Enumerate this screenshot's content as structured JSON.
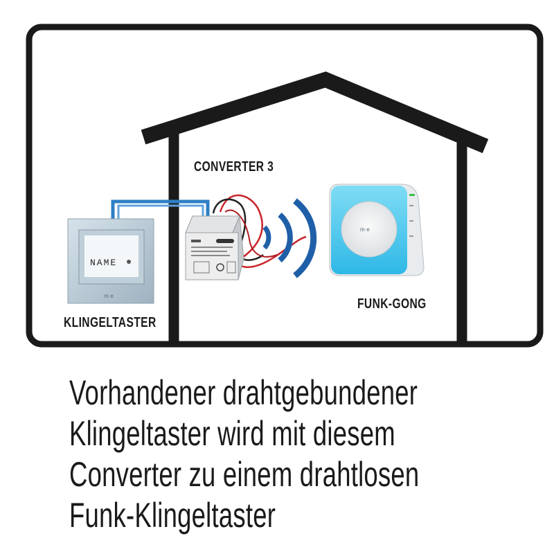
{
  "labels": {
    "converter": "CONVERTER 3",
    "gong": "FUNK-GONG",
    "taster": "KLINGELTASTER",
    "nameplate": "NAME"
  },
  "caption": {
    "lines": [
      "Vorhandener drahtgebundener",
      "Klingeltaster wird mit diesem",
      "Converter zu einem drahtlosen",
      "Funk-Klingeltaster"
    ]
  },
  "colors": {
    "frame": "#1a1a1a",
    "wire_blue": "#2f7fc4",
    "wire_red": "#c8242a",
    "wave_blue": "#1f5fa8",
    "gong_glow": "#42c9ef"
  }
}
